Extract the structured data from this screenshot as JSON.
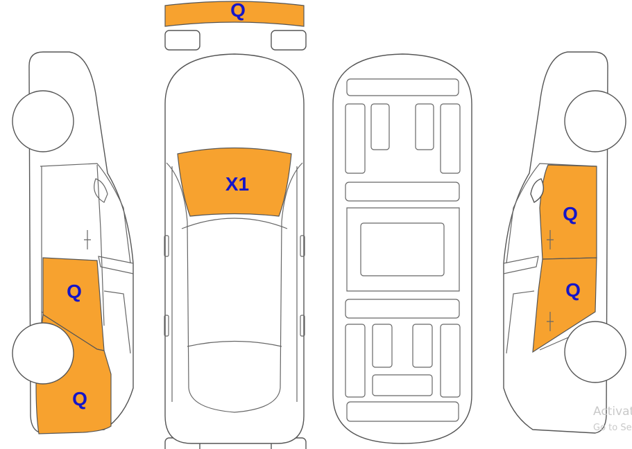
{
  "colors": {
    "damage_fill": "#f7a22f",
    "label_text": "#1515c8",
    "outline": "#555555"
  },
  "labels": {
    "top_bumper": "Q",
    "roof": "X1",
    "left_front_door": "Q",
    "left_front_fender": "Q",
    "right_rear_door": "Q",
    "right_front_door": "Q"
  },
  "watermark": {
    "line1": "Activat",
    "line2": "Go to Se"
  }
}
